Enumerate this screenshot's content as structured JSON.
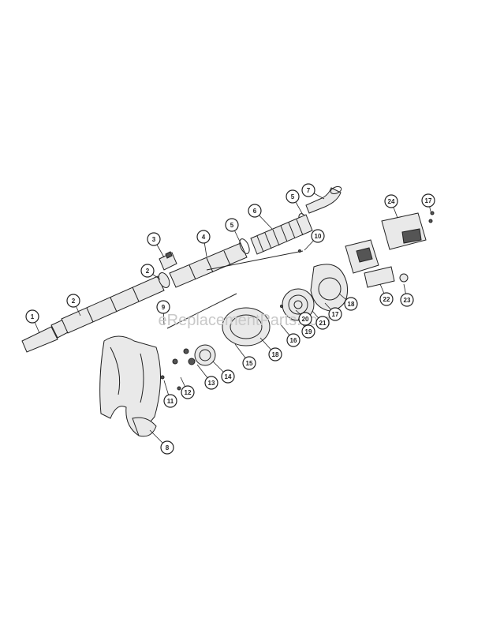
{
  "watermark": {
    "text": "eReplacementParts.com",
    "color": "#c8c8c8"
  },
  "colors": {
    "ink": "#222222",
    "callout_fill": "#ffffff"
  },
  "callouts": [
    {
      "id": "c1",
      "label": "1"
    },
    {
      "id": "c2",
      "label": "2"
    },
    {
      "id": "c2b",
      "label": "2"
    },
    {
      "id": "c3",
      "label": "3"
    },
    {
      "id": "c4",
      "label": "4"
    },
    {
      "id": "c5",
      "label": "5"
    },
    {
      "id": "c5b",
      "label": "5"
    },
    {
      "id": "c6",
      "label": "6"
    },
    {
      "id": "c7",
      "label": "7"
    },
    {
      "id": "c8",
      "label": "8"
    },
    {
      "id": "c9",
      "label": "9"
    },
    {
      "id": "c10",
      "label": "10"
    },
    {
      "id": "c11",
      "label": "11"
    },
    {
      "id": "c12",
      "label": "12"
    },
    {
      "id": "c13",
      "label": "13"
    },
    {
      "id": "c14",
      "label": "14"
    },
    {
      "id": "c15",
      "label": "15"
    },
    {
      "id": "c16",
      "label": "16"
    },
    {
      "id": "c17",
      "label": "17"
    },
    {
      "id": "c17b",
      "label": "17"
    },
    {
      "id": "c18",
      "label": "18"
    },
    {
      "id": "c18b",
      "label": "18"
    },
    {
      "id": "c19",
      "label": "19"
    },
    {
      "id": "c20",
      "label": "20"
    },
    {
      "id": "c21",
      "label": "21"
    },
    {
      "id": "c22",
      "label": "22"
    },
    {
      "id": "c23",
      "label": "23"
    },
    {
      "id": "c24",
      "label": "24"
    }
  ]
}
